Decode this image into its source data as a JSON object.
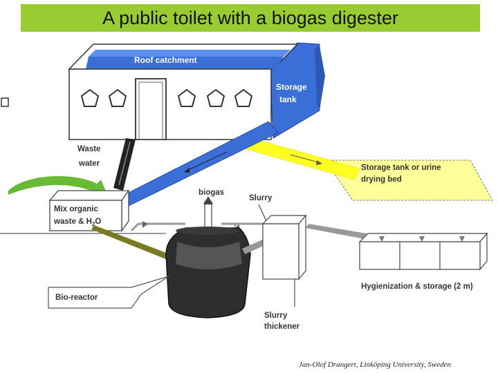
{
  "title": "A public toilet with a biogas digester",
  "labels": {
    "roof_catchment": "Roof catchment",
    "storage_tank_1": "Storage",
    "storage_tank_2": "tank",
    "waste_water_1": "Waste",
    "water_2": "water",
    "urine_storage_1": "Storage tank or  urine",
    "urine_storage_2": "drying bed",
    "biogas": "biogas",
    "slurry": "Slurry",
    "mix_1": "Mix organic",
    "mix_2a": "waste & H",
    "mix_2b": "2",
    "mix_2c": "O",
    "hygienization": "Hygienization & storage (2 m)",
    "bio_reactor": "Bio-reactor",
    "slurry_thickener_1": "Slurry",
    "slurry_thickener_2": "thickener"
  },
  "credit": "Jan-Olof Drangert, Linköping University, Sweden",
  "colors": {
    "title_bg": "#99cc33",
    "roof": "#3a6fd8",
    "urine_pipe": "#ffff00",
    "drying_bed": "#ffff99",
    "reactor": "#333333",
    "green_arrow": "#66bb33"
  }
}
